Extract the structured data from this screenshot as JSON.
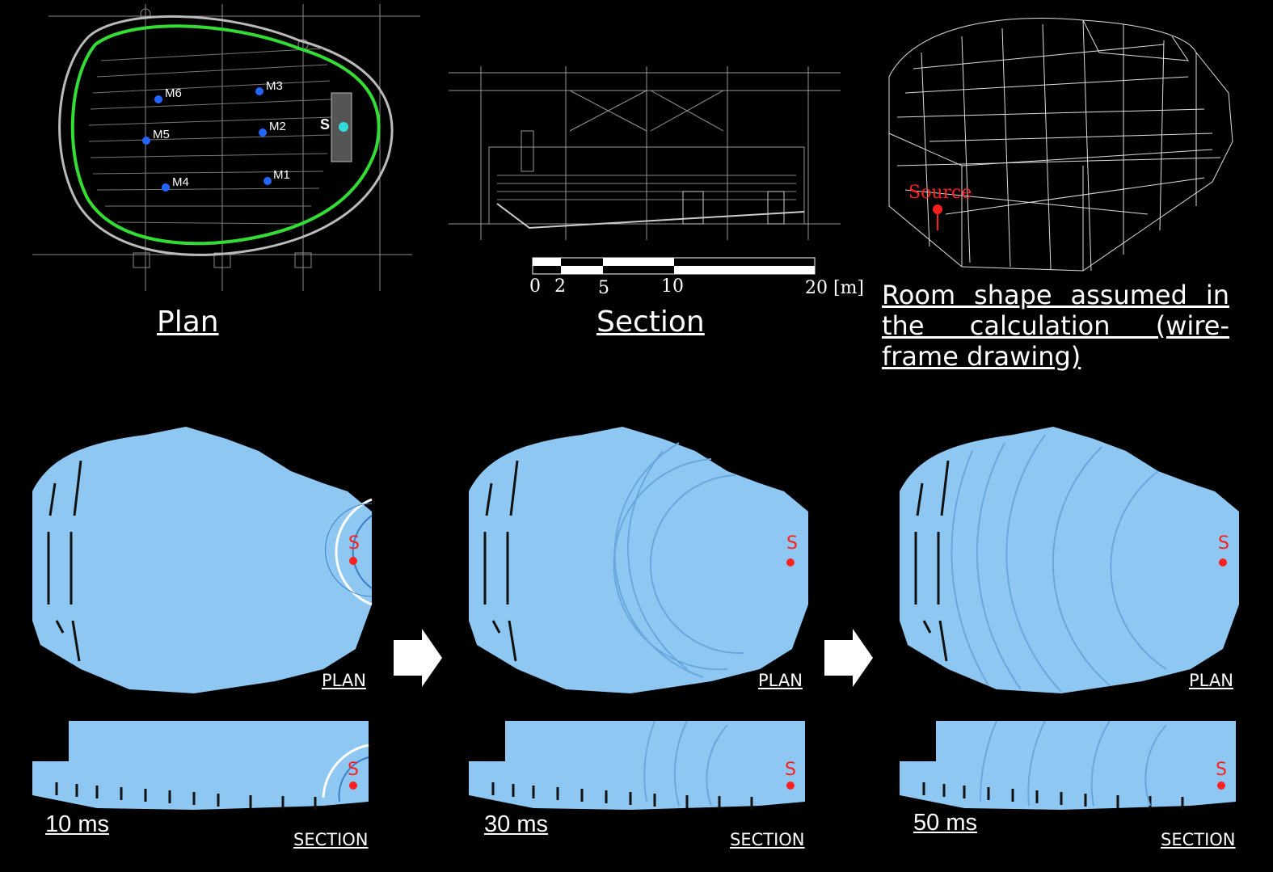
{
  "top": {
    "plan_caption": "Plan",
    "section_caption": "Section",
    "wireframe_caption": "Room shape assumed in the calculation (wire-frame drawing)",
    "plan_labels": {
      "source": "S",
      "mics": [
        "M1",
        "M2",
        "M3",
        "M4",
        "M5",
        "M6"
      ]
    },
    "scale": {
      "ticks": [
        "0",
        "2",
        "5",
        "10",
        "20 [m]"
      ]
    },
    "wire_source_label": "Source"
  },
  "bottom": {
    "plan_label": "PLAN",
    "section_label": "SECTION",
    "source_label": "S",
    "times": [
      "10 ms",
      "30 ms",
      "50 ms"
    ]
  },
  "colors": {
    "sim_fill": "#8ec8f2",
    "outline_green": "#33dd33",
    "source_red": "#ff2020",
    "mic_blue": "#2266ff"
  }
}
